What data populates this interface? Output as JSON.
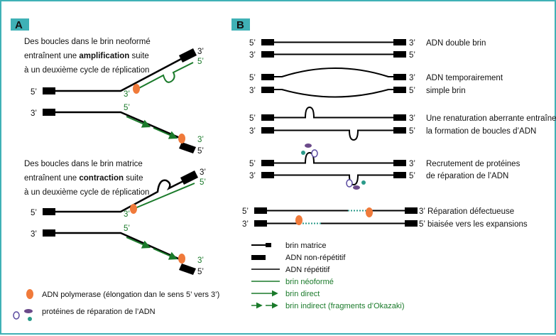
{
  "panel_a": {
    "badge": "A",
    "top_caption": {
      "line1": "Des boucles dans le brin neoformé",
      "line2_pre": "entraînent une ",
      "line2_bold": "amplification",
      "line2_post": " suite",
      "line3": "à un deuxième cycle de réplication"
    },
    "bottom_caption": {
      "line1": "Des boucles dans le brin matrice",
      "line2_pre": "entraînent une ",
      "line2_bold": "contraction",
      "line2_post": " suite",
      "line3": "à un deuxième cycle de réplication"
    },
    "labels": {
      "p5": "5’",
      "p3": "3’"
    },
    "legend": {
      "polymerase": "ADN polymerase (élongation dan le sens 5’ vers 3’)",
      "repair": "protéines de réparation de l’ADN"
    }
  },
  "panel_b": {
    "badge": "B",
    "rows": [
      {
        "line1": "ADN double brin",
        "line2": ""
      },
      {
        "line1": "ADN temporairement",
        "line2": "simple brin"
      },
      {
        "line1": "Une renaturation aberrante entraîne",
        "line2": "la formation de boucles d’ADN"
      },
      {
        "line1": "Recrutement de protéines",
        "line2": "de réparation de l’ADN"
      },
      {
        "line1": "Réparation défectueuse",
        "line2": "biaisée vers les expansions"
      }
    ],
    "legend": {
      "template": "brin matrice",
      "nonrep": "ADN non-répétitif",
      "rep": "ADN répétitif",
      "newly": "brin néoformé",
      "direct": "brin direct",
      "indirect": "brin indirect (fragments d’Okazaki)"
    }
  },
  "colors": {
    "frame": "#3fb1b6",
    "badge": "#3fb1b6",
    "green": "#1a7a2a",
    "polymerase": "#f07a3a",
    "repair_purple": "#6b4a8a",
    "repair_teal": "#2a9a8a"
  },
  "icons": [
    "polymerase-icon",
    "repair-protein-icon"
  ]
}
